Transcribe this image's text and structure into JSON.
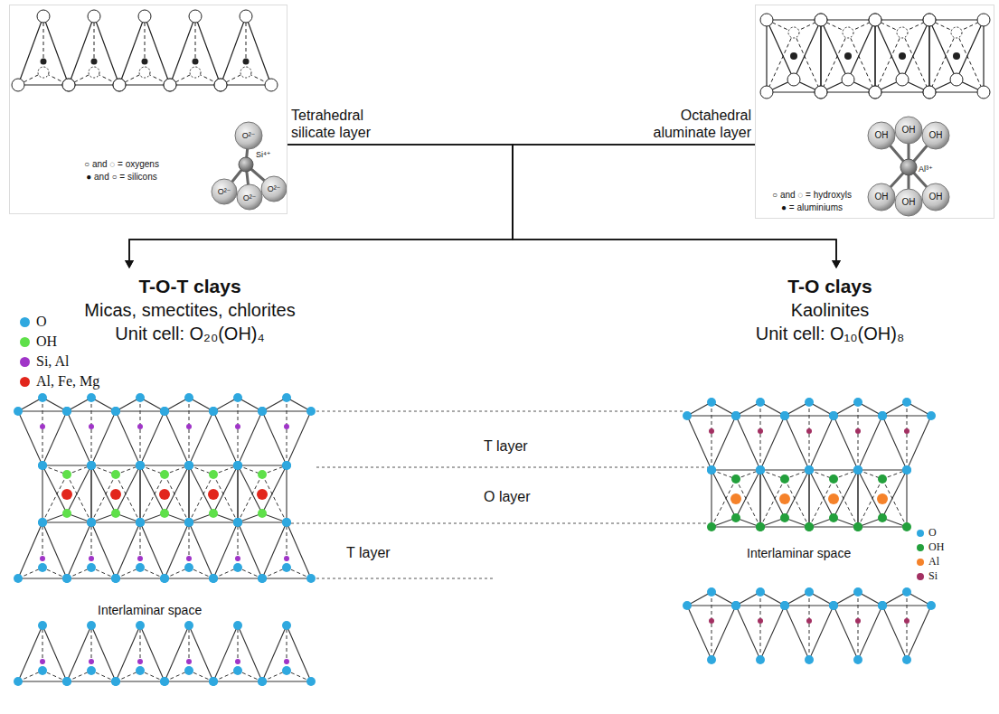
{
  "diagram": {
    "nodes": [
      {
        "text": [
          "Tetrahedral silicate layer"
        ]
      },
      {
        "text": [
          "Octahedral aluminate layer"
        ]
      },
      {
        "text": [
          "T-O-T clays",
          "Micas, smectites, chlorites",
          "Unit cell: O₂₀(OH)₄"
        ]
      },
      {
        "text": [
          "T-O clays",
          "Kaolinites",
          "Unit cell: O₁₀(OH)₈"
        ]
      }
    ],
    "edges": [
      {
        "from": 0,
        "to": 2,
        "arrow": "to"
      },
      {
        "from": 0,
        "to": 3,
        "arrow": "to"
      },
      {
        "from": 1,
        "to": 2,
        "arrow": "to"
      },
      {
        "from": 1,
        "to": 3,
        "arrow": "to"
      }
    ],
    "labels": [
      "○ and ◌ = oxygens",
      "● and ○ = silicons",
      "Si⁴⁺",
      "O²⁻",
      "O²⁻",
      "O²⁻",
      "O²⁻",
      "○ and ◌ = hydroxyls",
      "● = aluminiums",
      "Al³⁺",
      "OH",
      "OH",
      "OH",
      "OH",
      "OH",
      "OH",
      "T layer",
      "O layer",
      "T layer",
      "Interlaminar space",
      "Interlaminar space"
    ],
    "legend": [
      {
        "text": "O",
        "color": "#2fa8df"
      },
      {
        "text": "OH",
        "color": "#5fe04a"
      },
      {
        "text": "Si, Al",
        "color": "#a035c8"
      },
      {
        "text": "Al, Fe, Mg",
        "color": "#e2261c"
      },
      {
        "text": "O",
        "color": "#2fa8df"
      },
      {
        "text": "OH",
        "color": "#23a03c"
      },
      {
        "text": "Al",
        "color": "#f5822a"
      },
      {
        "text": "Si",
        "color": "#a33062"
      }
    ]
  }
}
